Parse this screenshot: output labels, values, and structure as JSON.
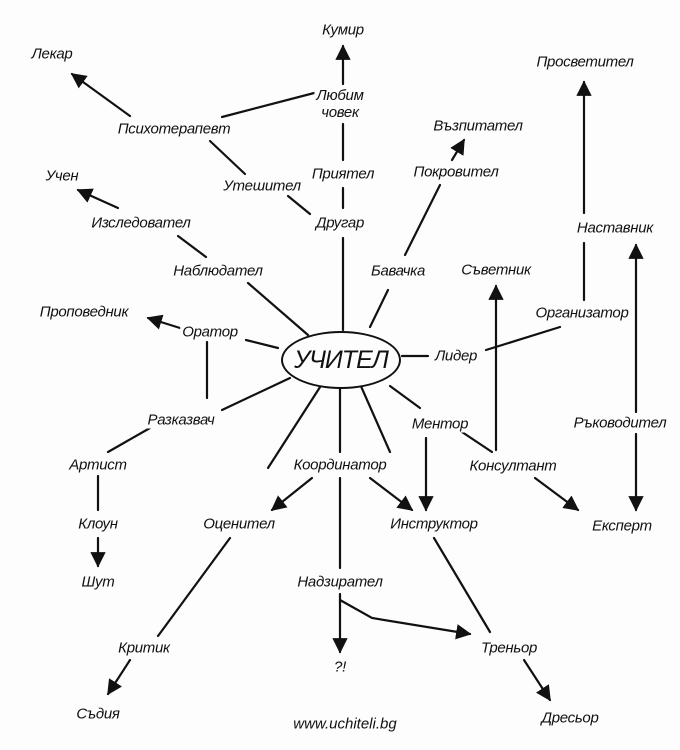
{
  "diagram": {
    "center": "УЧИТЕЛ",
    "nodes": {
      "kumir": "Кумир",
      "lyubim_chovek_1": "Любим",
      "lyubim_chovek_2": "човек",
      "lekar": "Лекар",
      "psihoterapevt": "Психотерапевт",
      "prosvetitel": "Просветител",
      "vazpitatel": "Възпитател",
      "pokrovitel": "Покровител",
      "priyatel": "Приятел",
      "uteshitel": "Утешител",
      "uchen": "Учен",
      "izsledovatel": "Изследовател",
      "drugar": "Другар",
      "nastavnik": "Наставник",
      "nablyudatel": "Наблюдател",
      "bavachka": "Бавачка",
      "savetnik": "Съветник",
      "organizator": "Организатор",
      "propovednik": "Проповедник",
      "orator": "Оратор",
      "lider": "Лидер",
      "razkazvach": "Разказвач",
      "mentor": "Ментор",
      "rakovoditel": "Ръководител",
      "artist": "Артист",
      "koordinator": "Координатор",
      "konsultant": "Консултант",
      "ocenitel": "Оценител",
      "instruktor": "Инструктор",
      "ekspert": "Експерт",
      "kloun": "Клоун",
      "shut": "Шут",
      "nadziratel": "Надзирател",
      "kritik": "Критик",
      "trenyor": "Треньор",
      "question": "?!",
      "sadiya": "Съдия",
      "dresyor": "Дресьор"
    },
    "footer": "www.uchiteli.bg"
  },
  "colors": {
    "ink": "#111111",
    "paper": "#fdfdfd"
  }
}
